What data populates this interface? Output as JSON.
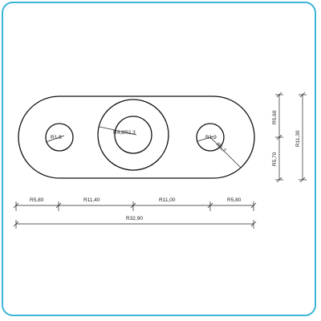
{
  "colors": {
    "frame_border": "#3ab5d6",
    "line": "#111111"
  },
  "labels": {
    "hole_left": "R1,9",
    "hole_right": "R1,9",
    "boss_outer": "R4,8",
    "boss_inner": "R2,3",
    "end_radius": "R5,7",
    "dim_h_1": "R5,80",
    "dim_h_2": "R11,40",
    "dim_h_3": "R11,00",
    "dim_h_4": "R5,80",
    "dim_total": "R32,90",
    "dim_v_top": "R5,60",
    "dim_v_bottom": "R5,70",
    "dim_v_total": "R11,30"
  }
}
